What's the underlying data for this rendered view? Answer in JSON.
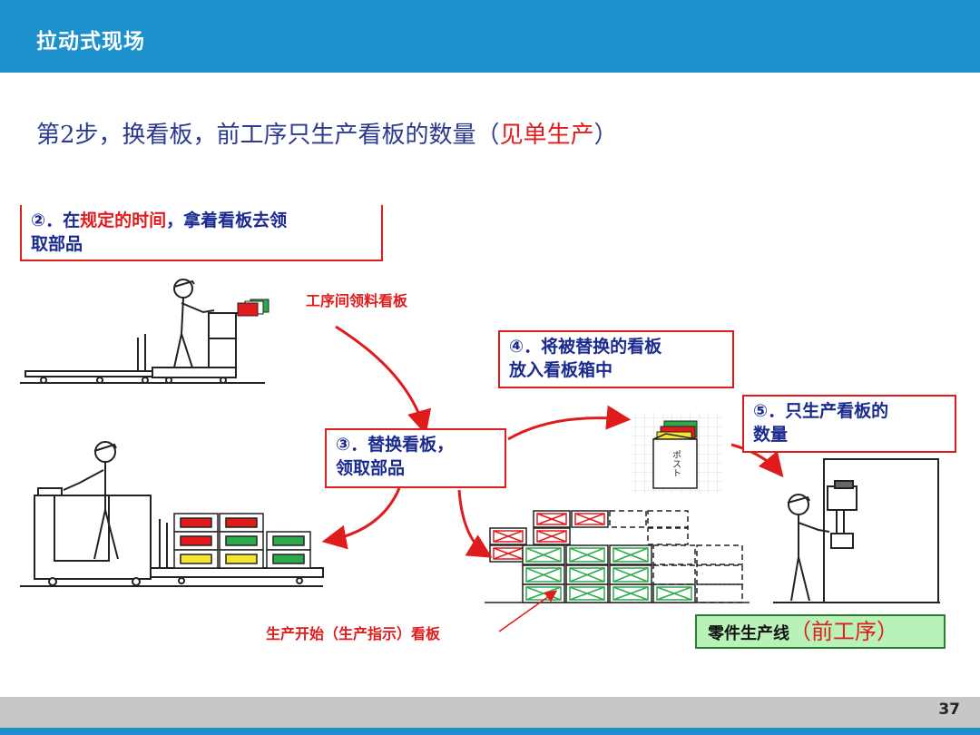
{
  "header": {
    "title": "拉动式现场"
  },
  "subtitle": {
    "main": "第2步，换看板，前工序只生产看板的数量",
    "highlight_open": "（",
    "highlight": "见单生产",
    "highlight_close": "）"
  },
  "callouts": {
    "step2": {
      "prefix": "②．在",
      "highlight": "规定的时间",
      "suffix": "，拿着看板去领",
      "line2": "取部品"
    },
    "step3": {
      "line1": "③．替换看板，",
      "line2": "领取部品"
    },
    "step4": {
      "line1": "④．将被替换的看板",
      "line2": "放入看板箱中"
    },
    "step5": {
      "line1": "⑤．只生产看板的",
      "line2": "数量"
    }
  },
  "labels": {
    "inter_process_kanban": "工序间领料看板",
    "production_start_kanban": "生产开始（生产指示）看板",
    "post_box_text": "ポスト"
  },
  "production_line": {
    "label": "零件生产线",
    "highlight": "（前工序）"
  },
  "footer": {
    "page_number": "37"
  },
  "colors": {
    "header_blue": "#1c91cd",
    "callout_red": "#e01b1b",
    "text_navy": "#1a2a8f",
    "line_green": "#b8f2b8"
  },
  "icons": [
    "worker-icon",
    "cart-icon",
    "crate-icon",
    "kanban-post-box-icon",
    "machine-icon",
    "arrow-icon"
  ]
}
